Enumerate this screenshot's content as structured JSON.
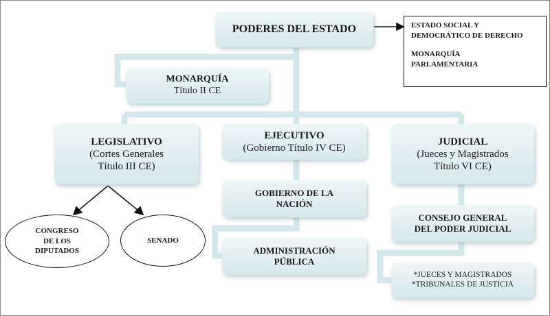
{
  "root": {
    "label": "PODERES DEL ESTADO"
  },
  "note": {
    "line1": "ESTADO SOCIAL Y",
    "line2": "DEMOCRÁTICO DE DERECHO",
    "line3": "MONARQUÍA",
    "line4": "PARLAMENTARIA"
  },
  "monarquia": {
    "title": "MONARQUÍA",
    "subtitle": "Título II CE"
  },
  "legislativo": {
    "title": "LEGISLATIVO",
    "line1": "(Cortes Generales",
    "line2": "Título III CE)"
  },
  "ejecutivo": {
    "title": "EJECUTIVO",
    "line1": "(Gobierno Título IV CE)"
  },
  "judicial": {
    "title": "JUDICIAL",
    "line1": "(Jueces y Magistrados",
    "line2": "Título VI CE)"
  },
  "congreso": {
    "line1": "CONGRESO",
    "line2": "DE LOS",
    "line3": "DIPUTADOS"
  },
  "senado": {
    "label": "SENADO"
  },
  "gobierno": {
    "line1": "GOBIERNO DE LA",
    "line2": "NACIÓN"
  },
  "administracion": {
    "line1": "ADMINISTRACIÓN",
    "line2": "PÚBLICA"
  },
  "cgpj": {
    "line1": "CONSEJO GENERAL",
    "line2": "DEL PODER JUDICIAL"
  },
  "jueces": {
    "line1": "*JUECES Y MAGISTRADOS",
    "line2": "*TRIBUNALES DE JUSTICIA"
  },
  "colors": {
    "connector": "#d3e8ea",
    "box_top": "#eef6f6",
    "box_bottom": "#d6e9ea",
    "arrow": "#111111"
  }
}
